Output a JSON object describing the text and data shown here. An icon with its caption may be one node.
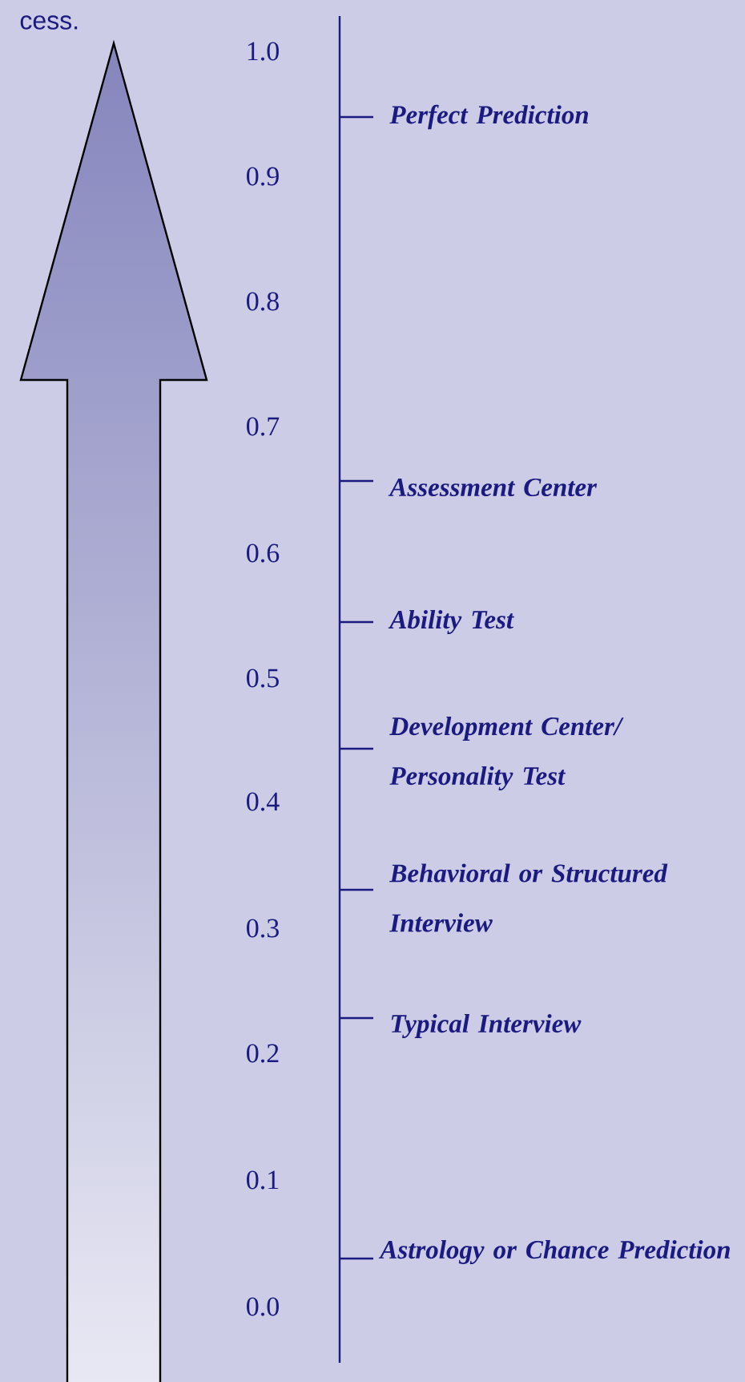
{
  "diagram": {
    "labels": [
      "cess.",
      "1.0",
      "Perfect Prediction",
      "0.9",
      "0.8",
      "0.7",
      "Assessment Center",
      "0.6",
      "Ability Test",
      "0.5",
      "Development Center/ Personality Test",
      "0.4",
      "Behavioral or Structured Interview",
      "0.3",
      "Typical Interview",
      "0.2",
      "0.1",
      "Astrology or Chance Prediction",
      "0.0"
    ]
  }
}
